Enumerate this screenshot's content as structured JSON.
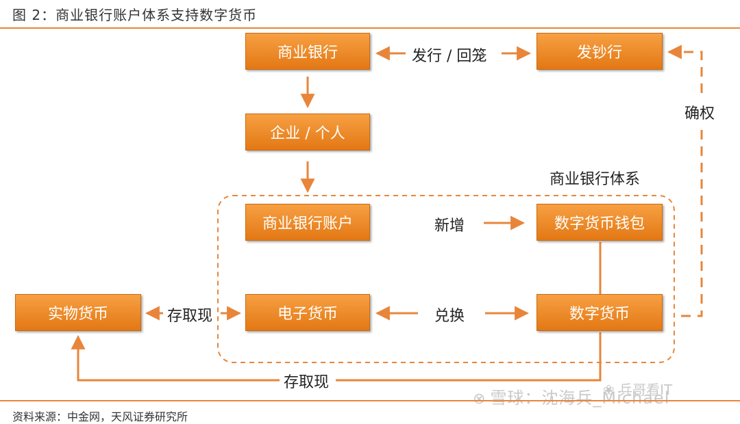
{
  "figure": {
    "title": "图 2：商业银行账户体系支持数字货币",
    "source": "资料来源：中金网，天风证券研究所"
  },
  "nodes": {
    "commercial_bank": "商业银行",
    "issuing_bank": "发钞行",
    "enterprise_individual": "企业 / 个人",
    "bank_account": "商业银行账户",
    "digital_wallet": "数字货币钱包",
    "physical_currency": "实物货币",
    "electronic_money": "电子货币",
    "digital_currency": "数字货币"
  },
  "edge_labels": {
    "issue_recall": "发行 / 回笼",
    "confirm_rights": "确权",
    "new_add": "新增",
    "exchange": "兑换",
    "deposit_withdraw_upper": "存取现",
    "deposit_withdraw_lower": "存取现"
  },
  "group": {
    "label": "商业银行体系"
  },
  "watermark": {
    "main": "雪球：沈海兵_Michael",
    "secondary": "兵哥看IT"
  },
  "colors": {
    "box_fill": "#f0902c",
    "arrow": "#e8853a",
    "rule": "#e8853a"
  }
}
